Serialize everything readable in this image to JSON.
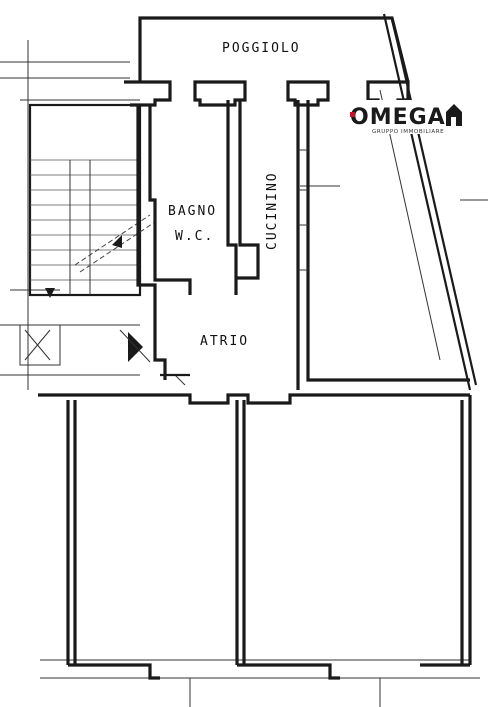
{
  "rooms": {
    "poggiolo": "POGGIOLO",
    "bagno": "BAGNO",
    "wc": "W.C.",
    "cucinino": "CUCININO",
    "atrio": "ATRIO"
  },
  "logo": {
    "name": "OMEGA",
    "tagline": "GRUPPO IMMOBILIARE",
    "accent_color": "#c8102e"
  }
}
